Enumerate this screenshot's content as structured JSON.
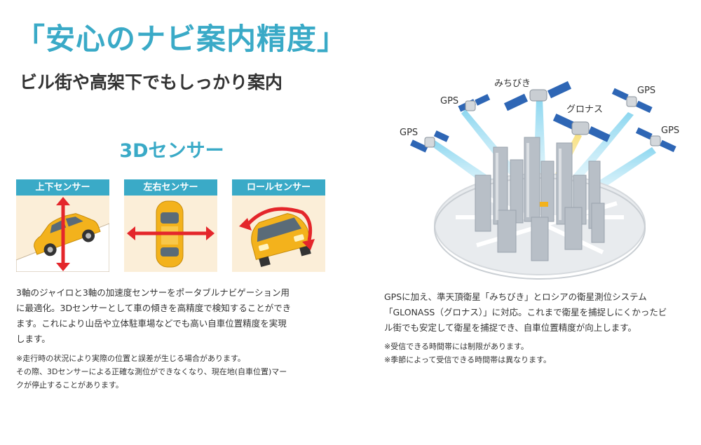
{
  "header": {
    "title": "「安心のナビ案内精度」",
    "subtitle": "ビル街や高架下でもしっかり案内"
  },
  "sensors": {
    "heading": "3Dセンサー",
    "panels": [
      {
        "label": "上下センサー"
      },
      {
        "label": "左右センサー"
      },
      {
        "label": "ロールセンサー"
      }
    ],
    "description": [
      "3軸のジャイロと3軸の加速度センサーをポータブルナビゲーション用",
      "に最適化。3Dセンサーとして車の傾きを高精度で検知することができ",
      "ます。これにより山岳や立体駐車場などでも高い自車位置精度を実現",
      "します。"
    ],
    "notes": [
      "※走行時の状況により実際の位置と誤差が生じる場合があります。",
      "その際、3Dセンサーによる正確な測位ができなくなり、現在地(自車位置)マー",
      "クが停止することがあります。"
    ]
  },
  "satellites": {
    "labels": {
      "michibiki": "みちびき",
      "gps_top": "GPS",
      "gps_upper_left": "GPS",
      "glonass": "グロナス",
      "gps_left": "GPS",
      "gps_right": "GPS"
    },
    "description": [
      "GPSに加え、準天頂衛星「みちびき」とロシアの衛星測位システム",
      "「GLONASS（グロナス）」に対応。これまで衛星を捕捉しにくかったビ",
      "ル街でも安定して衛星を捕捉でき、自車位置精度が向上します。"
    ],
    "notes": [
      "※受信できる時間帯には制限があります。",
      "※季節によって受信できる時間帯は異なります。"
    ]
  },
  "colors": {
    "accent": "#3aaac7",
    "panel_bg": "#fbeed8",
    "car": "#f3b21c",
    "arrow": "#e4262b"
  }
}
